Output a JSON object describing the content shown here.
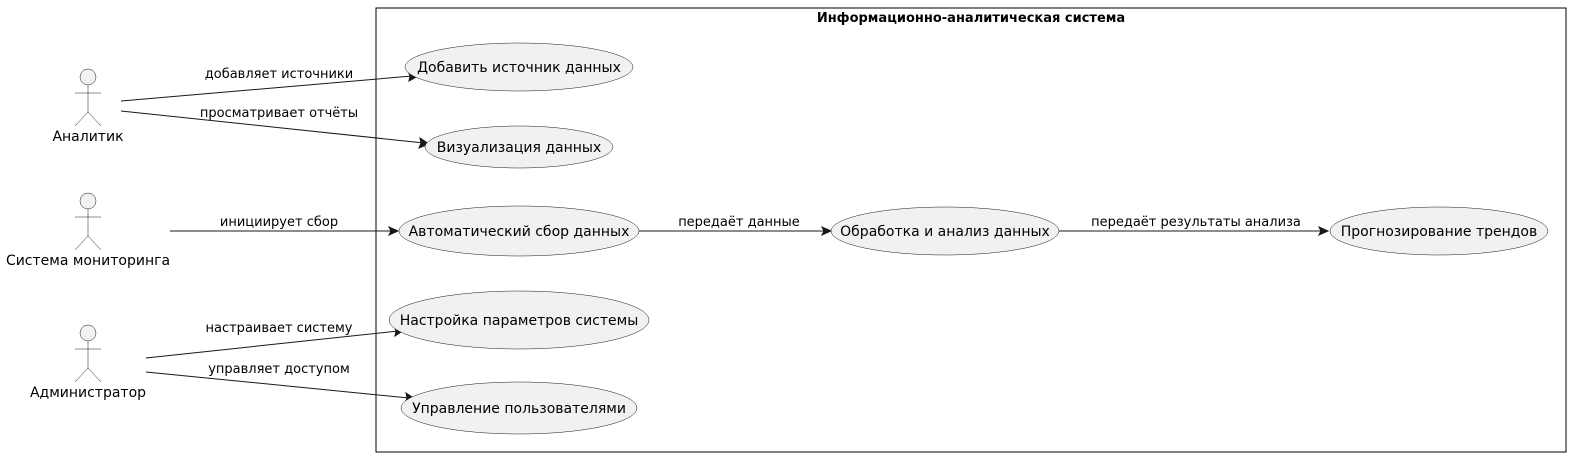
{
  "system": {
    "title": "Информационно-аналитическая система"
  },
  "actors": [
    {
      "id": "analyst",
      "label": "Аналитик"
    },
    {
      "id": "monitoring",
      "label": "Система мониторинга"
    },
    {
      "id": "admin",
      "label": "Администратор"
    }
  ],
  "usecases": [
    {
      "id": "add_source",
      "label": "Добавить источник данных"
    },
    {
      "id": "visualize",
      "label": "Визуализация данных"
    },
    {
      "id": "auto_collect",
      "label": "Автоматический сбор данных"
    },
    {
      "id": "process",
      "label": "Обработка и анализ данных"
    },
    {
      "id": "forecast",
      "label": "Прогнозирование трендов"
    },
    {
      "id": "settings",
      "label": "Настройка параметров системы"
    },
    {
      "id": "users",
      "label": "Управление пользователями"
    }
  ],
  "relations": [
    {
      "from": "analyst",
      "to": "add_source",
      "label": "добавляет источники"
    },
    {
      "from": "analyst",
      "to": "visualize",
      "label": "просматривает отчёты"
    },
    {
      "from": "monitoring",
      "to": "auto_collect",
      "label": "инициирует сбор"
    },
    {
      "from": "auto_collect",
      "to": "process",
      "label": "передаёт данные"
    },
    {
      "from": "process",
      "to": "forecast",
      "label": "передаёт результаты анализа"
    },
    {
      "from": "admin",
      "to": "settings",
      "label": "настраивает систему"
    },
    {
      "from": "admin",
      "to": "users",
      "label": "управляет доступом"
    }
  ]
}
